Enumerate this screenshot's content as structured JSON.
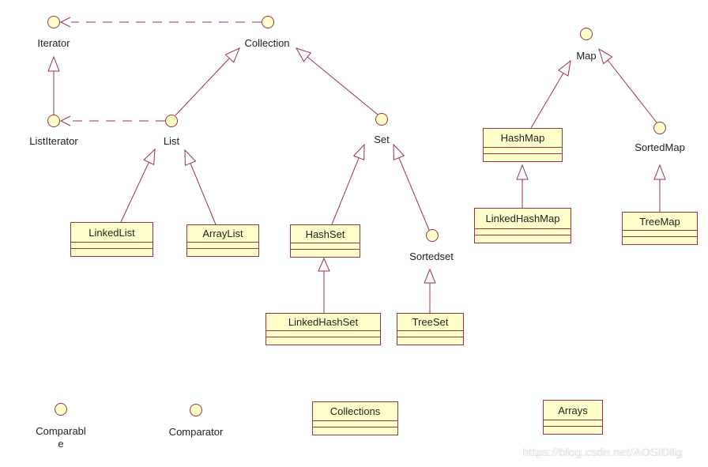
{
  "colors": {
    "stroke": "#993344",
    "node_fill": "#FFFFCC",
    "label_text": "#1F1F1F",
    "watermark_text": "#E3E3E3"
  },
  "interfaces": [
    {
      "id": "iterator",
      "label": "Iterator"
    },
    {
      "id": "collection",
      "label": "Collection"
    },
    {
      "id": "listiterator",
      "label": "ListIterator"
    },
    {
      "id": "list",
      "label": "List"
    },
    {
      "id": "set",
      "label": "Set"
    },
    {
      "id": "sortedset",
      "label": "Sortedset"
    },
    {
      "id": "map",
      "label": "Map"
    },
    {
      "id": "sortedmap",
      "label": "SortedMap"
    },
    {
      "id": "comparable",
      "label": "Comparable",
      "display_lines": [
        "Comparabl",
        "e"
      ]
    },
    {
      "id": "comparator",
      "label": "Comparator"
    }
  ],
  "classes": [
    {
      "id": "linkedlist",
      "label": "LinkedList"
    },
    {
      "id": "arraylist",
      "label": "ArrayList"
    },
    {
      "id": "hashset",
      "label": "HashSet"
    },
    {
      "id": "linkedhashset",
      "label": "LinkedHashSet"
    },
    {
      "id": "treeset",
      "label": "TreeSet"
    },
    {
      "id": "hashmap",
      "label": "HashMap"
    },
    {
      "id": "linkedhashmap",
      "label": "LinkedHashMap"
    },
    {
      "id": "treemap",
      "label": "TreeMap"
    },
    {
      "id": "collections",
      "label": "Collections"
    },
    {
      "id": "arrays",
      "label": "Arrays"
    }
  ],
  "relationships": [
    {
      "from": "ListIterator",
      "to": "Iterator",
      "type": "inheritance"
    },
    {
      "from": "List",
      "to": "Collection",
      "type": "inheritance"
    },
    {
      "from": "Set",
      "to": "Collection",
      "type": "inheritance"
    },
    {
      "from": "Collection",
      "to": "Iterator",
      "type": "dependency"
    },
    {
      "from": "List",
      "to": "ListIterator",
      "type": "dependency"
    },
    {
      "from": "LinkedList",
      "to": "List",
      "type": "inheritance"
    },
    {
      "from": "ArrayList",
      "to": "List",
      "type": "inheritance"
    },
    {
      "from": "HashSet",
      "to": "Set",
      "type": "inheritance"
    },
    {
      "from": "Sortedset",
      "to": "Set",
      "type": "inheritance"
    },
    {
      "from": "LinkedHashSet",
      "to": "HashSet",
      "type": "inheritance"
    },
    {
      "from": "TreeSet",
      "to": "Sortedset",
      "type": "inheritance"
    },
    {
      "from": "HashMap",
      "to": "Map",
      "type": "inheritance"
    },
    {
      "from": "SortedMap",
      "to": "Map",
      "type": "inheritance"
    },
    {
      "from": "LinkedHashMap",
      "to": "HashMap",
      "type": "inheritance"
    },
    {
      "from": "TreeMap",
      "to": "SortedMap",
      "type": "inheritance"
    }
  ],
  "watermark": {
    "text": "https://blog.csdn.net/AOSIDllg"
  }
}
